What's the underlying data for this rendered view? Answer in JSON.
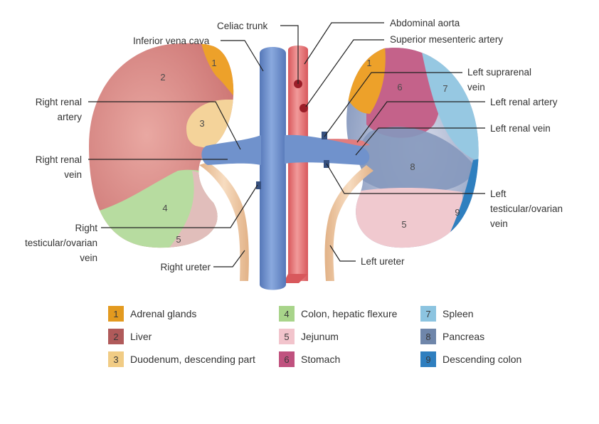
{
  "labels": {
    "celiac_trunk": "Celiac trunk",
    "abdominal_aorta": "Abdominal aorta",
    "inferior_vena_cava": "Inferior vena cava",
    "superior_mesenteric_artery": "Superior mesenteric artery",
    "right_renal_artery": [
      "Right renal",
      "artery"
    ],
    "left_suprarenal_vein": [
      "Left suprarenal",
      "vein"
    ],
    "left_renal_artery": "Left renal artery",
    "left_renal_vein": "Left renal vein",
    "right_renal_vein": [
      "Right renal",
      "vein"
    ],
    "left_testicular_ovarian_vein": [
      "Left",
      "testicular/ovarian",
      "vein"
    ],
    "right_testicular_ovarian_vein": [
      "Right",
      "testicular/ovarian",
      "vein"
    ],
    "right_ureter": "Right ureter",
    "left_ureter": "Left ureter"
  },
  "region_numbers": {
    "right_adrenal": "1",
    "right_liver": "2",
    "right_duodenum": "3",
    "right_colon": "4",
    "right_jejunum": "5",
    "left_adrenal": "1",
    "left_stomach": "6",
    "left_spleen": "7",
    "left_pancreas": "8",
    "left_jejunum": "5",
    "left_desc_colon": "9"
  },
  "legend": [
    {
      "number": "1",
      "label": "Adrenal glands",
      "color": "#e39a1f"
    },
    {
      "number": "2",
      "label": "Liver",
      "color": "#b05a5a"
    },
    {
      "number": "3",
      "label": "Duodenum, descending part",
      "color": "#f1cc85"
    },
    {
      "number": "4",
      "label": "Colon, hepatic flexure",
      "color": "#a8d48a"
    },
    {
      "number": "5",
      "label": "Jejunum",
      "color": "#f2c4cc"
    },
    {
      "number": "6",
      "label": "Stomach",
      "color": "#c0527f"
    },
    {
      "number": "7",
      "label": "Spleen",
      "color": "#8cc4e0"
    },
    {
      "number": "8",
      "label": "Pancreas",
      "color": "#6f86aa"
    },
    {
      "number": "9",
      "label": "Descending colon",
      "color": "#2f7fbf"
    }
  ],
  "colors": {
    "vein": "#6a8fc9",
    "artery": "#e0696b",
    "ureter": "#f0cfa8",
    "kidney": "#d98a86"
  }
}
